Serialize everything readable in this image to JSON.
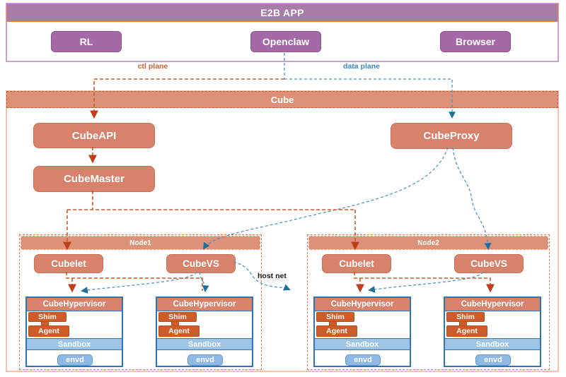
{
  "app": {
    "title": "E2B APP",
    "buttons": [
      "RL",
      "Openclaw",
      "Browser"
    ]
  },
  "planes": {
    "ctl": "ctl plane",
    "data": "data plane"
  },
  "cube": {
    "title": "Cube",
    "api": "CubeAPI",
    "master": "CubeMaster",
    "proxy": "CubeProxy"
  },
  "nodes": [
    {
      "title": "Node1",
      "cubelet": "Cubelet",
      "cubevs": "CubeVS",
      "hypervisors": [
        {
          "title": "CubeHypervisor",
          "shim": "Shim",
          "agent": "Agent",
          "sandbox": "Sandbox",
          "envd": "envd"
        },
        {
          "title": "CubeHypervisor",
          "shim": "Shim",
          "agent": "Agent",
          "sandbox": "Sandbox",
          "envd": "envd"
        }
      ]
    },
    {
      "title": "Node2",
      "cubelet": "Cubelet",
      "cubevs": "CubeVS",
      "hypervisors": [
        {
          "title": "CubeHypervisor",
          "shim": "Shim",
          "agent": "Agent",
          "sandbox": "Sandbox",
          "envd": "envd"
        },
        {
          "title": "CubeHypervisor",
          "shim": "Shim",
          "agent": "Agent",
          "sandbox": "Sandbox",
          "envd": "envd"
        }
      ]
    }
  ],
  "annotations": {
    "host_net": "host net"
  },
  "colors": {
    "purple_bar": "#a87ca8",
    "purple_button": "#a569a7",
    "salmon_bar": "#dd9179",
    "salmon_box": "#d9826b",
    "orange_box": "#cd5c2a",
    "ctl_line": "#cb5a28",
    "data_line": "#4e94c6",
    "light_blue": "#9dc3e6",
    "hyp_border": "#2e75b6"
  }
}
